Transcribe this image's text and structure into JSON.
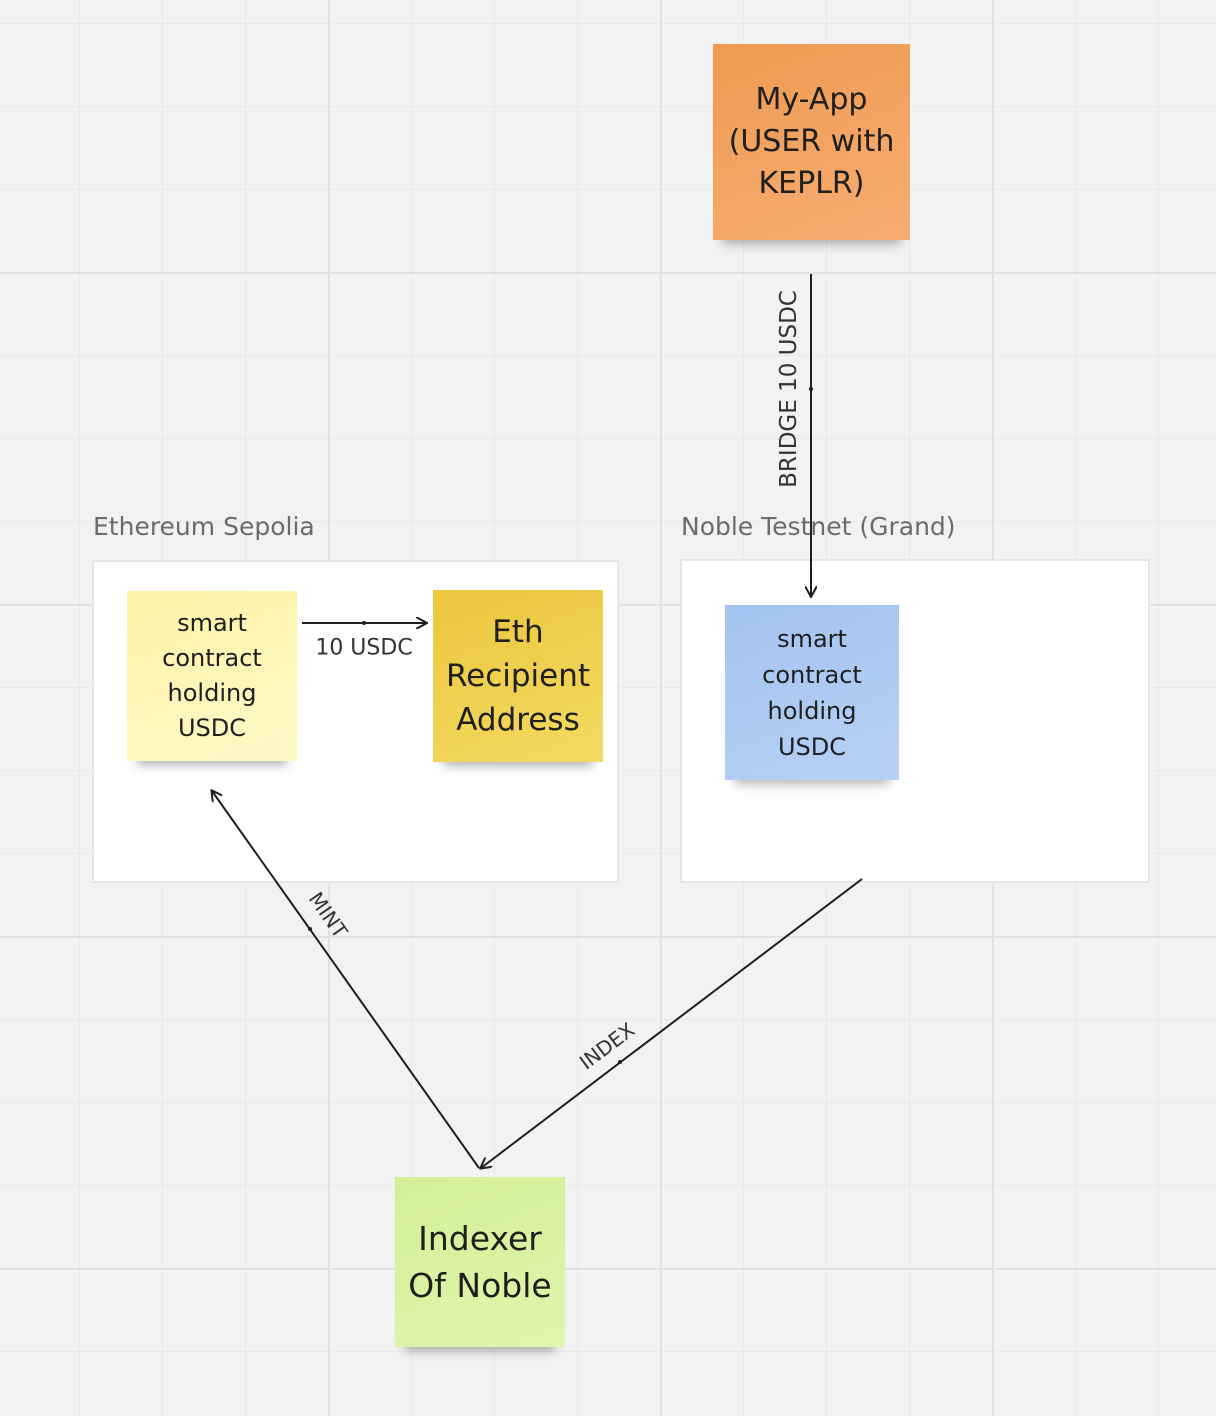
{
  "frames": {
    "ethereum": {
      "title": "Ethereum Sepolia"
    },
    "noble": {
      "title": "Noble Testnet (Grand)"
    }
  },
  "stickies": {
    "my_app": {
      "text": "My-App (USER with KEPLR)",
      "color": "#f4a061"
    },
    "eth_contract": {
      "text": "smart contract holding USDC",
      "color": "#fdf6b5"
    },
    "eth_recipient": {
      "text": "Eth Recipient Address",
      "color": "#f0d050"
    },
    "noble_contract": {
      "text": "smart contract holding USDC",
      "color": "#a9c9f2"
    },
    "indexer": {
      "text": "Indexer Of Noble",
      "color": "#d8f2a0"
    }
  },
  "connectors": {
    "bridge": {
      "label": "BRIDGE 10 USDC"
    },
    "transfer": {
      "label": "10 USDC"
    },
    "mint": {
      "label": "MINT"
    },
    "index": {
      "label": "INDEX"
    }
  },
  "colors": {
    "canvas": "#f2f2f2",
    "connector": "#1f1f1f",
    "frame_title": "#6b6b6b"
  }
}
